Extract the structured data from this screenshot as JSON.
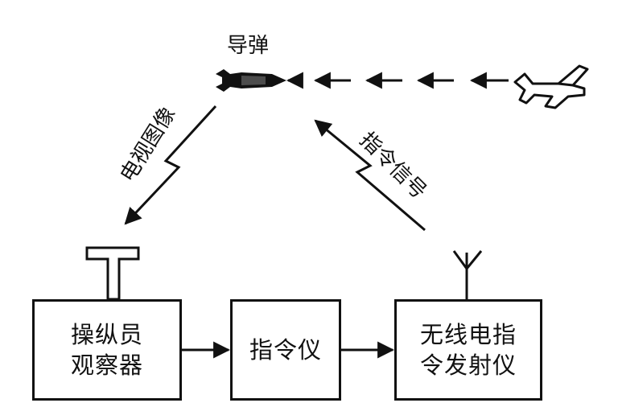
{
  "missile_label": "导弹",
  "tv_signal_label": "电视图像",
  "command_signal_label": "指令信号",
  "boxes": {
    "observer": {
      "line1": "操纵员",
      "line2": "观察器"
    },
    "command_unit": {
      "line1": "指令仪"
    },
    "transmitter": {
      "line1": "无线电指",
      "line2": "令发射仪"
    }
  }
}
